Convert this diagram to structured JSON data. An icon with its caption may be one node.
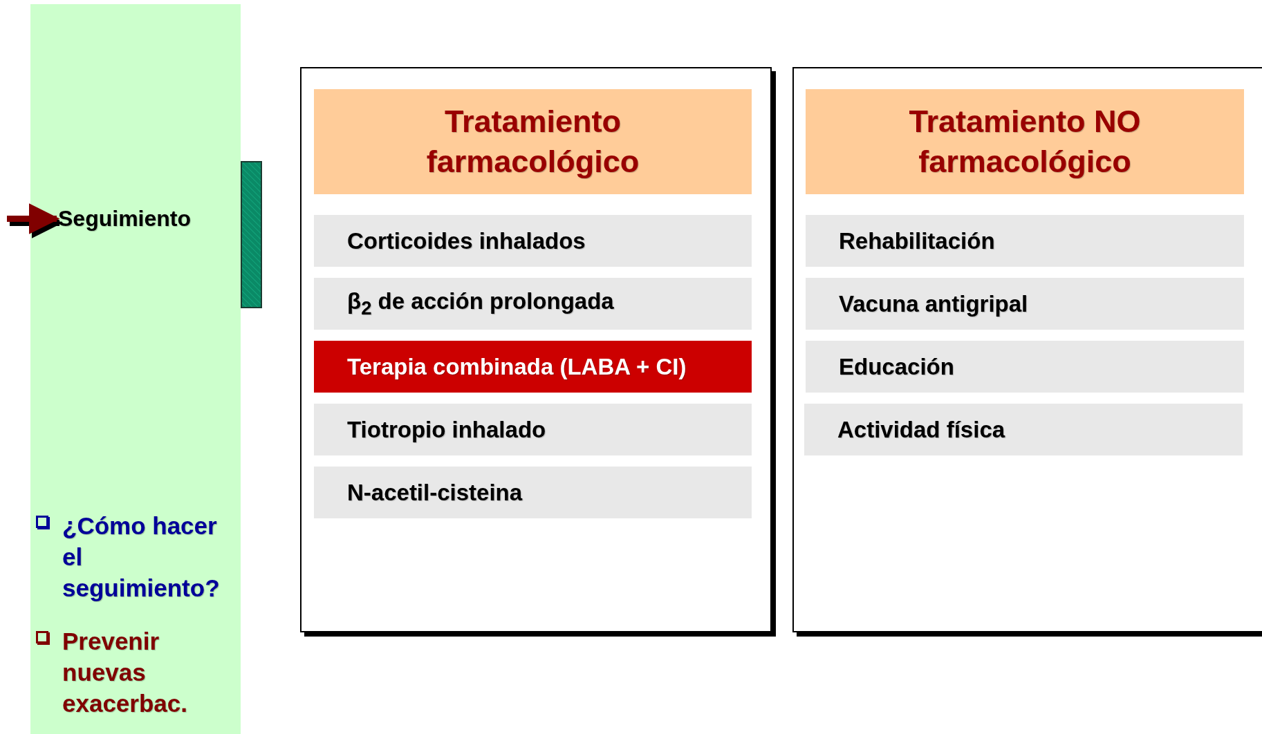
{
  "diagram": {
    "nodes": [
      {
        "text": [
          "¿Cómo hacer el seguimiento?",
          "Prevenir nuevas exacerbac."
        ]
      },
      {
        "text": [
          "Seguimiento"
        ],
        "in": 0
      },
      {
        "text": [],
        "shape": "box"
      },
      {
        "text": [
          "Tratamiento farmacológico"
        ],
        "in": 2
      },
      {
        "text": [
          "Corticoides inhalados"
        ],
        "in": 2
      },
      {
        "text": [
          "β$_{2}$ de acción prolongada"
        ],
        "in": 2
      },
      {
        "text": [
          "Terapia combinada (LABA + CI)"
        ],
        "in": 2
      },
      {
        "text": [
          "Tiotropio inhalado"
        ],
        "in": 2
      },
      {
        "text": [
          "N-acetil-cisteina"
        ],
        "in": 2
      },
      {
        "text": [],
        "shape": "box"
      },
      {
        "text": [
          "Tratamiento NO farmacológico"
        ],
        "in": 9
      },
      {
        "text": [
          "Rehabilitación"
        ],
        "in": 9
      },
      {
        "text": [
          "Vacuna antigripal"
        ],
        "in": 9
      },
      {
        "text": [
          "Educación"
        ],
        "in": 9
      },
      {
        "text": [
          "Actividad física"
        ],
        "in": 9
      },
      {
        "text": [],
        "shape": "bar"
      }
    ],
    "edges": [
      {
        "from": null,
        "to": 1,
        "arrow": "to",
        "color": "#800000"
      }
    ]
  }
}
